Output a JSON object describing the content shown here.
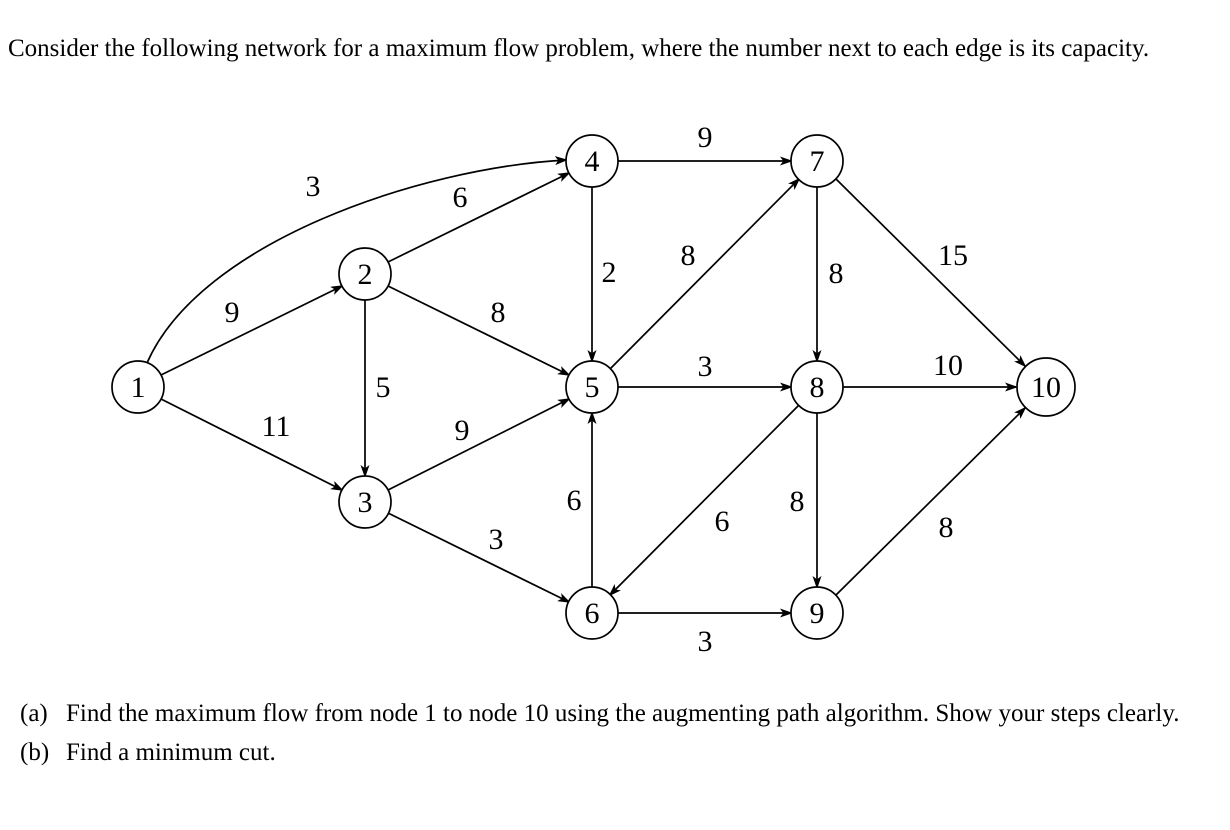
{
  "page": {
    "intro": "Consider the following network for a maximum flow problem, where the number next to each edge is its capacity.",
    "questions": [
      {
        "label": "(a)",
        "text": "Find the maximum flow from node 1 to node 10 using the augmenting path algorithm. Show your steps clearly."
      },
      {
        "label": "(b)",
        "text": "Find a minimum cut."
      }
    ]
  },
  "colors": {
    "ink": "#000000",
    "paper": "#ffffff"
  },
  "graph": {
    "type": "directed-flow-network",
    "source_node": "1",
    "sink_node": "10",
    "nodes": [
      {
        "label": "1"
      },
      {
        "label": "2"
      },
      {
        "label": "3"
      },
      {
        "label": "4"
      },
      {
        "label": "5"
      },
      {
        "label": "6"
      },
      {
        "label": "7"
      },
      {
        "label": "8"
      },
      {
        "label": "9"
      },
      {
        "label": "10"
      }
    ],
    "edges": [
      {
        "from": "1",
        "to": "2",
        "capacity": "9"
      },
      {
        "from": "1",
        "to": "3",
        "capacity": "11"
      },
      {
        "from": "1",
        "to": "4",
        "capacity": "3"
      },
      {
        "from": "2",
        "to": "3",
        "capacity": "5"
      },
      {
        "from": "2",
        "to": "4",
        "capacity": "6"
      },
      {
        "from": "2",
        "to": "5",
        "capacity": "8"
      },
      {
        "from": "3",
        "to": "5",
        "capacity": "9"
      },
      {
        "from": "3",
        "to": "6",
        "capacity": "3"
      },
      {
        "from": "4",
        "to": "5",
        "capacity": "2"
      },
      {
        "from": "4",
        "to": "7",
        "capacity": "9"
      },
      {
        "from": "5",
        "to": "7",
        "capacity": "8"
      },
      {
        "from": "5",
        "to": "8",
        "capacity": "3"
      },
      {
        "from": "6",
        "to": "5",
        "capacity": "6"
      },
      {
        "from": "6",
        "to": "9",
        "capacity": "3"
      },
      {
        "from": "7",
        "to": "8",
        "capacity": "8"
      },
      {
        "from": "7",
        "to": "10",
        "capacity": "15"
      },
      {
        "from": "8",
        "to": "6",
        "capacity": "6"
      },
      {
        "from": "8",
        "to": "9",
        "capacity": "8"
      },
      {
        "from": "8",
        "to": "10",
        "capacity": "10"
      },
      {
        "from": "9",
        "to": "10",
        "capacity": "8"
      }
    ]
  }
}
